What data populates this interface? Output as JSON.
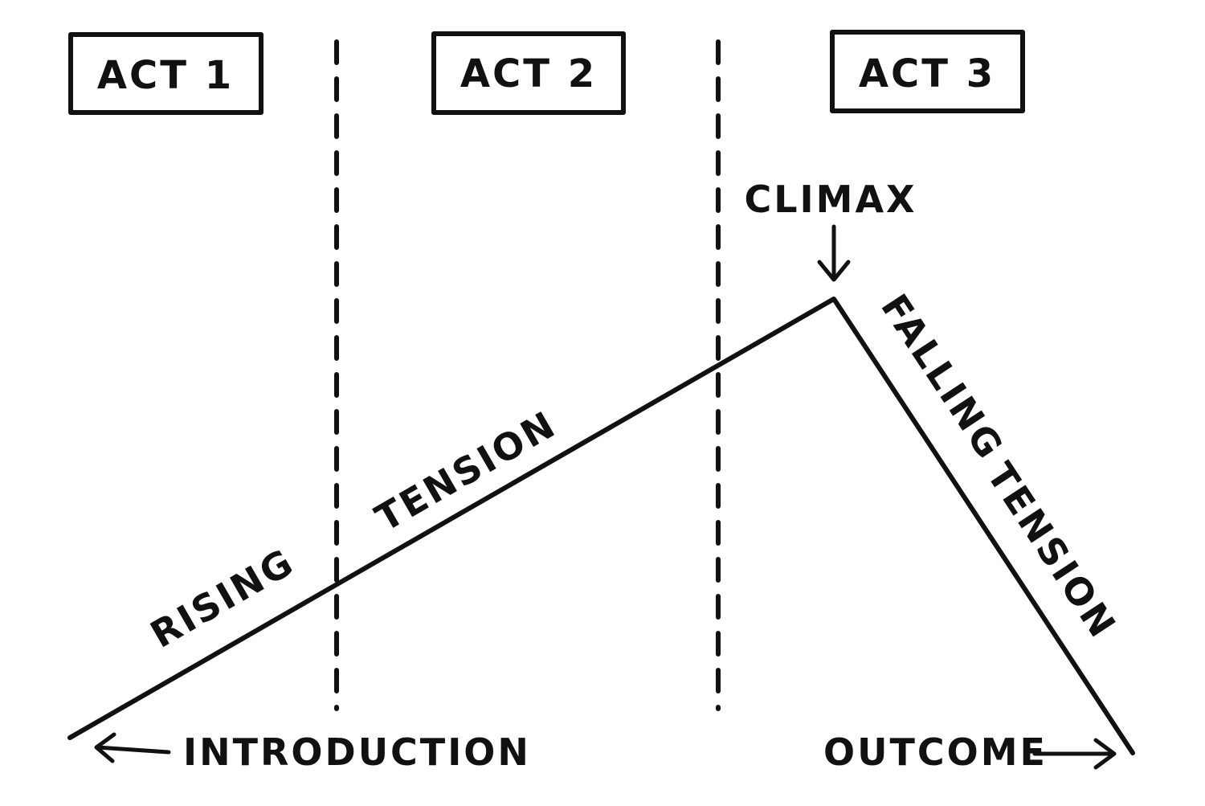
{
  "acts": [
    {
      "label": "ACT 1"
    },
    {
      "label": "ACT 2"
    },
    {
      "label": "ACT 3"
    }
  ],
  "curve": {
    "rising_1": "RISING",
    "rising_2": "TENSION",
    "falling_1": "FALLING",
    "falling_2": "TENSION"
  },
  "climax": "CLIMAX",
  "introduction": "INTRODUCTION",
  "outcome": "OUTCOME",
  "colors": {
    "ink": "#111111",
    "background": "#ffffff"
  },
  "icons": [
    "arrow-down-icon",
    "arrow-left-icon",
    "arrow-right-icon"
  ]
}
